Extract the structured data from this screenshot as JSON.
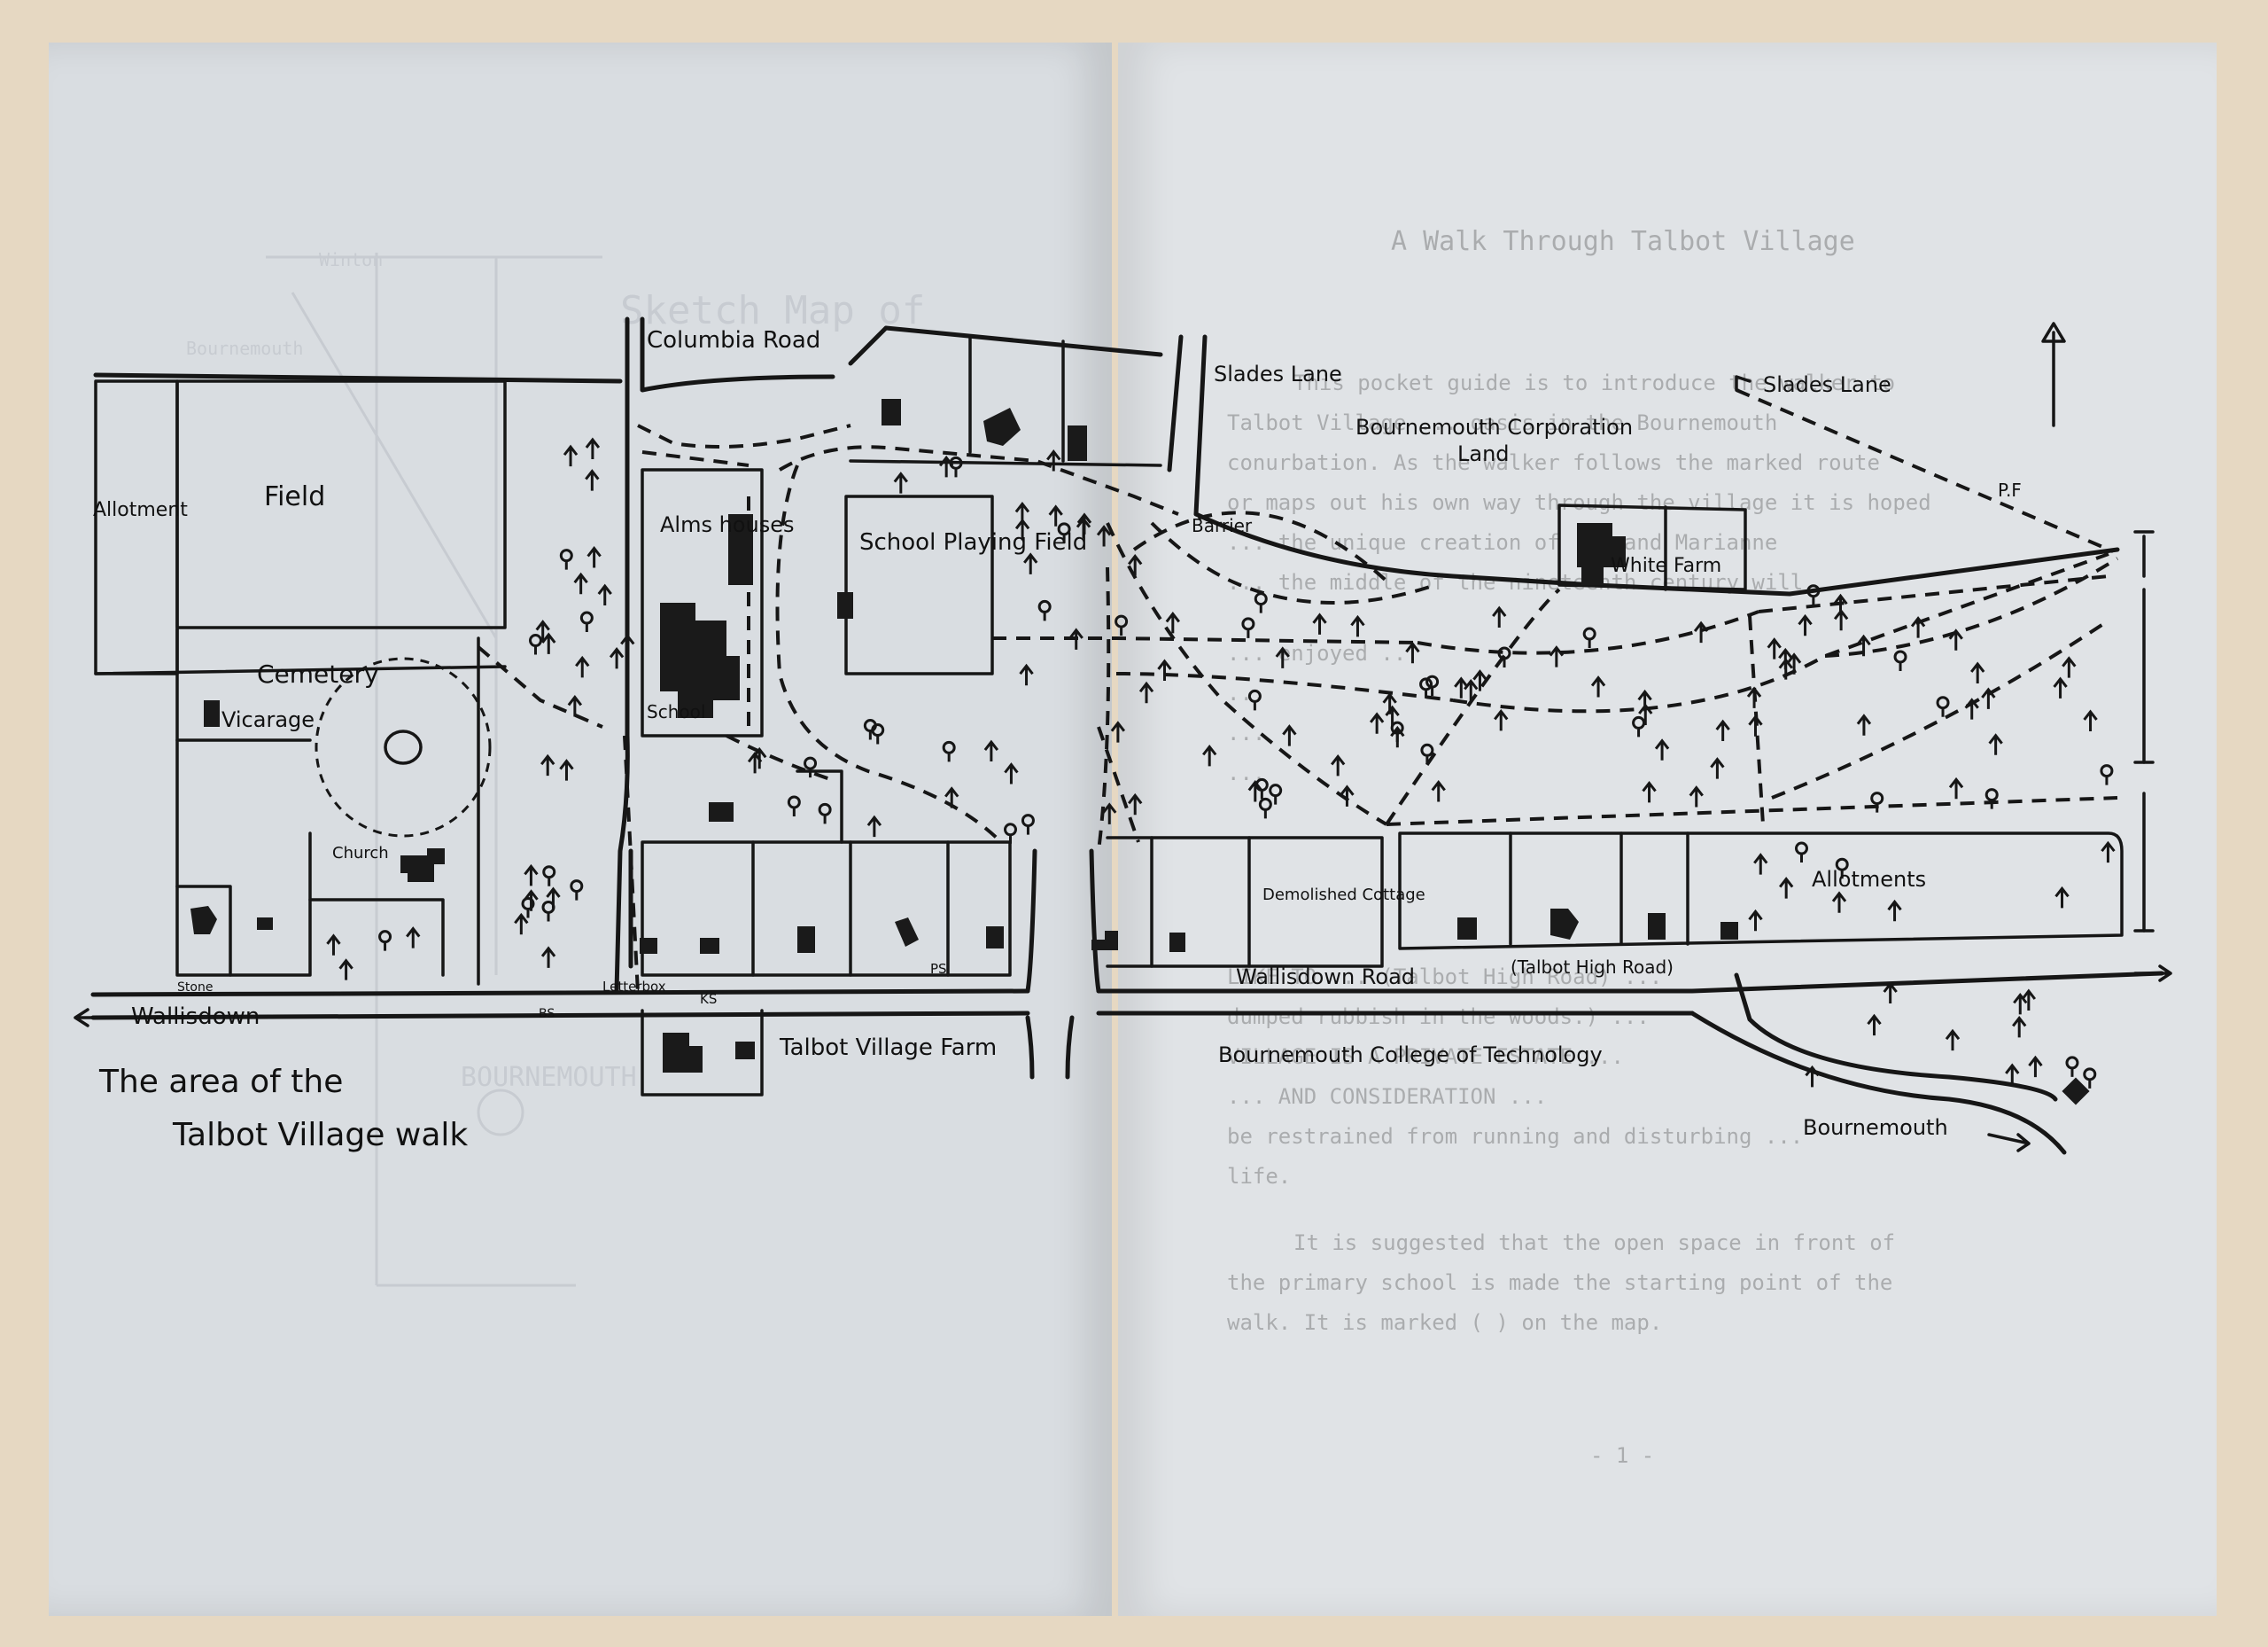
{
  "map": {
    "caption_line1": "The area of the",
    "caption_line2": "Talbot Village walk",
    "labels": {
      "columbia_road": "Columbia Road",
      "slades_lane": "Slades Lane",
      "slades_lane_2": "Slades Lane",
      "bournemouth_corporation": "Bournemouth Corporation",
      "land": "Land",
      "pf": "P.F",
      "allotment_left": "Allotment",
      "field": "Field",
      "alms_houses": "Alms houses",
      "school_playing_field": "School Playing Field",
      "barrier": "Barrier",
      "white_farm": "White Farm",
      "cemetery": "Cemetery",
      "vicarage": "Vicarage",
      "school": "School",
      "church": "Church",
      "stone": "Stone",
      "bs": "BS",
      "letterbox": "Letterbox",
      "ks": "KS",
      "ps": "PS",
      "demolished_cottage": "Demolished Cottage",
      "allotments": "Allotments",
      "wallisdown_road": "Wallisdown Road",
      "talbot_high_road": "(Talbot High Road)",
      "wallisdown": "Wallisdown",
      "talbot_village_farm": "Talbot Village Farm",
      "bournemouth_college": "Bournemouth College of Technology",
      "bournemouth": "Bournemouth"
    },
    "symbols": {
      "tree": "tree-icon",
      "north": "north-arrow-icon",
      "building": "building-icon"
    },
    "ink_color": "#161616"
  },
  "page_right_text": {
    "heading": "A Walk Through Talbot Village",
    "lines": [
      "This pocket guide is to introduce the walker to",
      "Talbot Village ... oasis in the Bournemouth",
      "conurbation. As the walker follows the marked route",
      "or maps out his own way through the village it is hoped",
      "... the unique creation of ... and Marianne",
      "... the middle of the nineteenth century will",
      "... enjoyed ...",
      "...",
      "...",
      "...",
      "LIKE TO ... (Talbot High Road) ...",
      "dumped rubbish in the woods.) ...",
      "VILLAGE IS A PRIVATE ESTATE ...",
      "... AND CONSIDERATION ...",
      "be restrained from running and disturbing ...",
      "life.",
      "It is suggested that the open space in front of",
      "the primary school is made the starting point of the",
      "walk. It is marked ( ) on the map."
    ],
    "page_number": "- 1 -"
  },
  "page_left_ghost": {
    "title": "Sketch Map of",
    "labels": [
      "Winton",
      "Bournemouth",
      "BOURNEMOUTH"
    ]
  }
}
